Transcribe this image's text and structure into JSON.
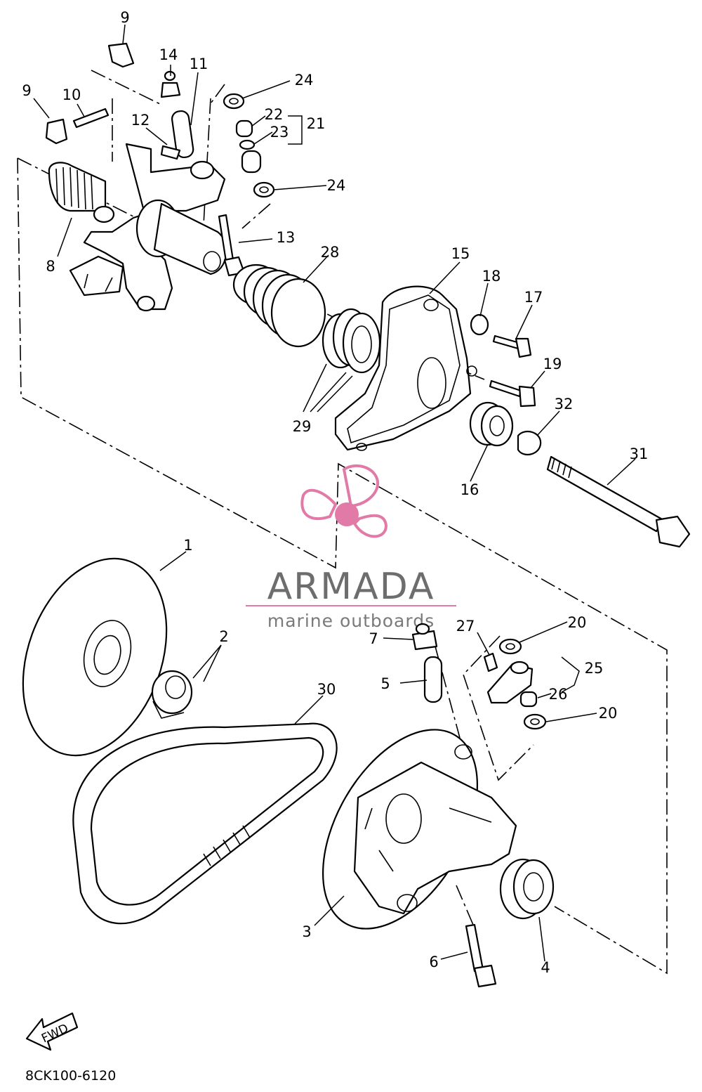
{
  "diagram_code": "8CK100-6120",
  "fwd_label": "FWD",
  "watermark": {
    "title": "ARMADA",
    "subtitle": "marine outboards",
    "logo_icon": "propeller-icon",
    "accent_color": "#e27aa8",
    "text_color": "#6d6d6d"
  },
  "callouts": {
    "c1": "1",
    "c2": "2",
    "c3": "3",
    "c4": "4",
    "c5": "5",
    "c6": "6",
    "c7": "7",
    "c8": "8",
    "c9a": "9",
    "c9b": "9",
    "c10": "10",
    "c11": "11",
    "c12": "12",
    "c13": "13",
    "c14": "14",
    "c15": "15",
    "c16": "16",
    "c17": "17",
    "c18": "18",
    "c19": "19",
    "c20a": "20",
    "c20b": "20",
    "c21": "21",
    "c22": "22",
    "c23": "23",
    "c24a": "24",
    "c24b": "24",
    "c25": "25",
    "c26": "26",
    "c27": "27",
    "c28": "28",
    "c29": "29",
    "c30": "30",
    "c31": "31",
    "c32": "32"
  }
}
